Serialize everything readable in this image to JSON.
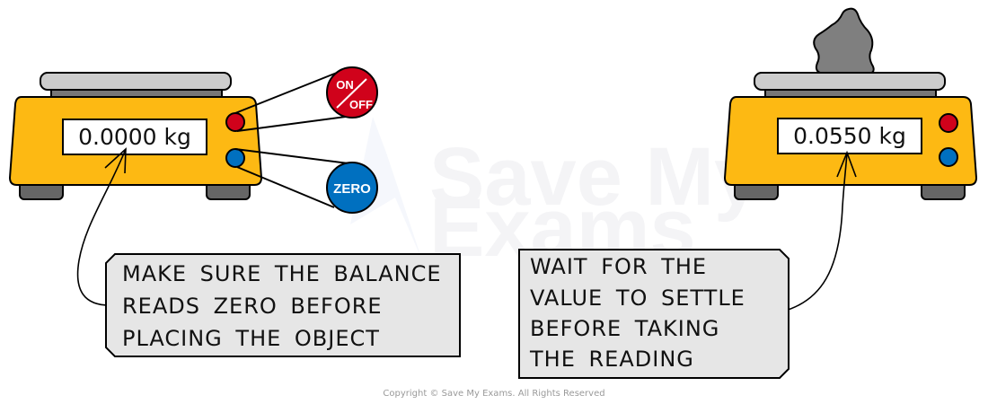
{
  "title": "Using a digital balance",
  "watermark": {
    "line1": "Save My",
    "line2": "Exams"
  },
  "left_balance": {
    "reading": "0.0000 kg",
    "buttons": [
      {
        "name": "on-off",
        "label_top": "ON",
        "label_bottom": "OFF",
        "color": "#d0021b"
      },
      {
        "name": "zero",
        "label": "ZERO",
        "color": "#0070c0"
      }
    ],
    "object_on_pan": false
  },
  "right_balance": {
    "reading": "0.0550 kg",
    "object_on_pan": true,
    "object": "rock"
  },
  "notes": {
    "left": [
      "MAKE SURE THE BALANCE",
      "READS ZERO BEFORE",
      "PLACING THE OBJECT"
    ],
    "right": [
      "WAIT FOR THE",
      "VALUE TO SETTLE",
      "BEFORE TAKING",
      "THE READING"
    ]
  },
  "colors": {
    "body": "#fdb913",
    "pan": "#cccccc",
    "pan_base": "#777777",
    "feet": "#666666",
    "note_bg": "#e6e6e6",
    "red_button": "#d0021b",
    "blue_button": "#0070c0",
    "rock": "#7f7f7f"
  },
  "copyright": "Copyright © Save My Exams. All Rights Reserved"
}
